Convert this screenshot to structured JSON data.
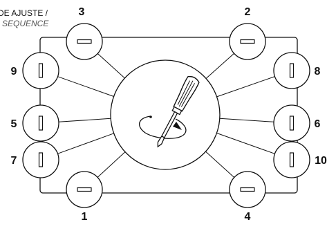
{
  "heading": {
    "line1": "DE AJUSTE /",
    "line2": "SEQUENCE"
  },
  "bolts": [
    {
      "id": "3",
      "label": "3"
    },
    {
      "id": "2",
      "label": "2"
    },
    {
      "id": "9",
      "label": "9"
    },
    {
      "id": "8",
      "label": "8"
    },
    {
      "id": "5",
      "label": "5"
    },
    {
      "id": "6",
      "label": "6"
    },
    {
      "id": "7",
      "label": "7"
    },
    {
      "id": "10",
      "label": "10"
    },
    {
      "id": "1",
      "label": "1"
    },
    {
      "id": "4",
      "label": "4"
    }
  ],
  "center": {
    "tool_icon": "screwdriver-icon",
    "rotation_icon": "rotation-arrow-icon"
  },
  "colors": {
    "line": "#111111",
    "background": "#ffffff"
  }
}
